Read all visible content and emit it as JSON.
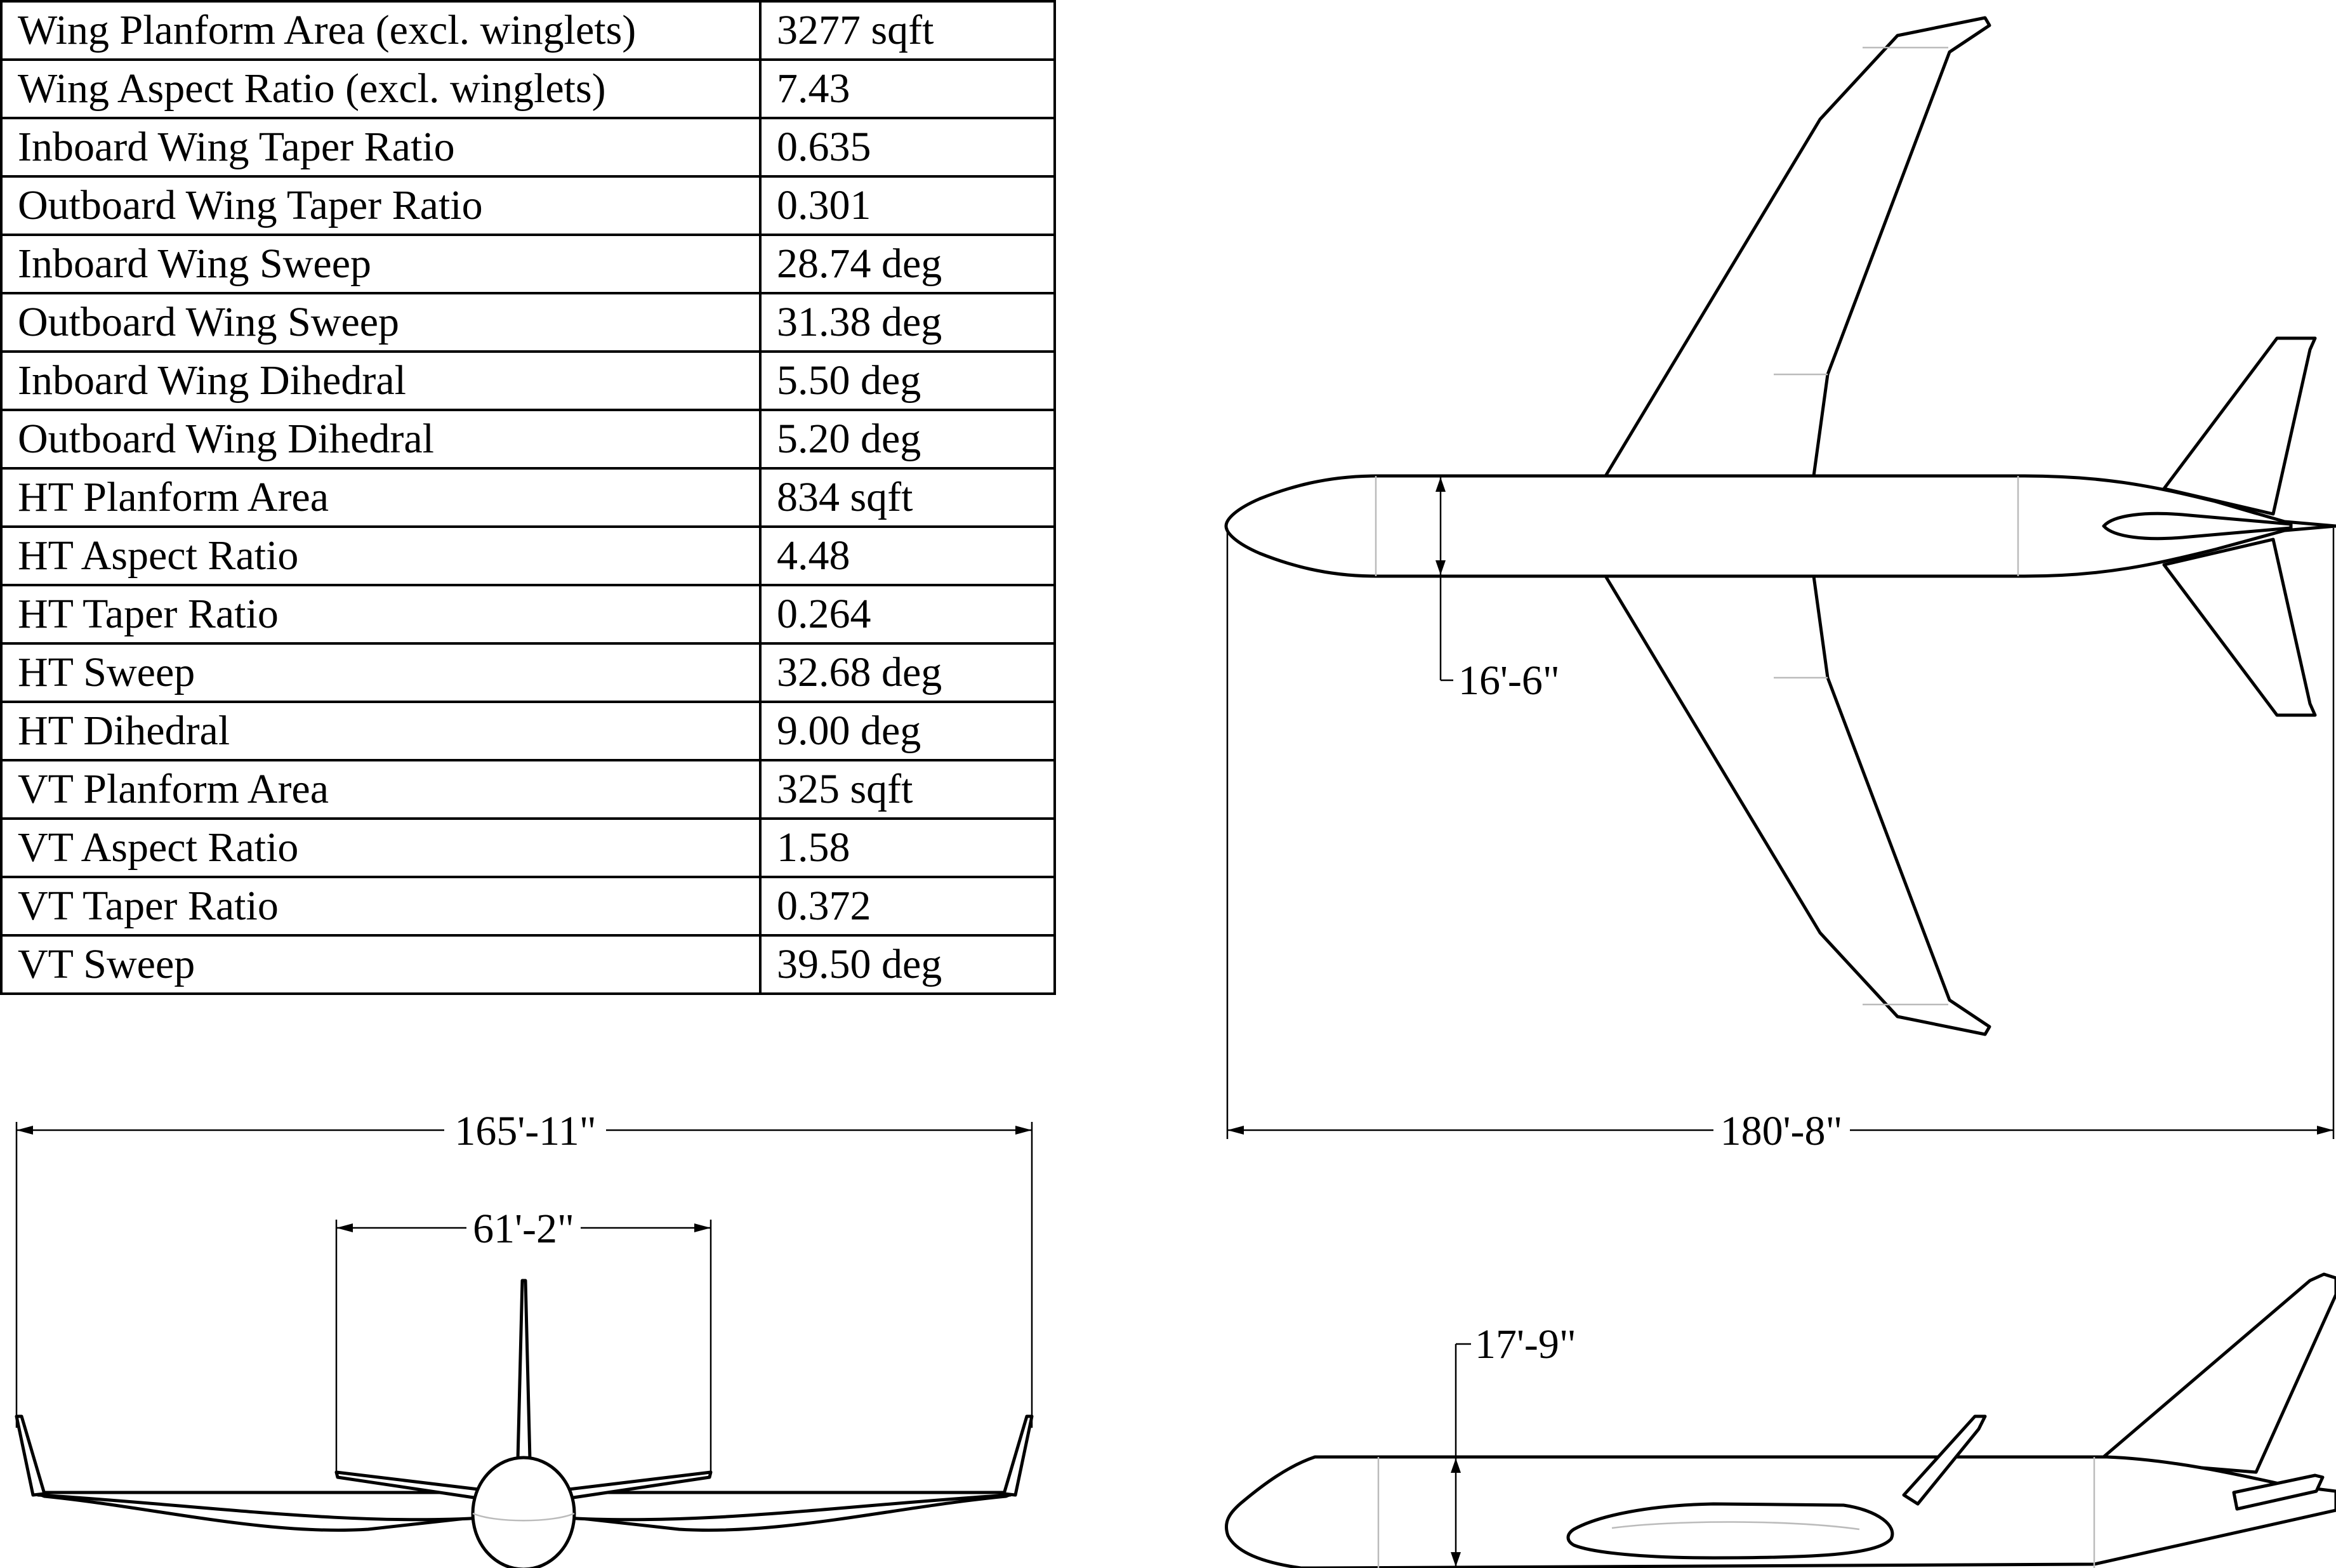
{
  "specs": {
    "rows": [
      {
        "label": "Wing Planform Area (excl. winglets)",
        "value": "3277 sqft"
      },
      {
        "label": "Wing Aspect Ratio (excl. winglets)",
        "value": "7.43"
      },
      {
        "label": "Inboard Wing Taper Ratio",
        "value": "0.635"
      },
      {
        "label": "Outboard Wing Taper Ratio",
        "value": "0.301"
      },
      {
        "label": "Inboard Wing Sweep",
        "value": "28.74 deg"
      },
      {
        "label": "Outboard Wing Sweep",
        "value": "31.38 deg"
      },
      {
        "label": "Inboard Wing Dihedral",
        "value": "5.50 deg"
      },
      {
        "label": "Outboard Wing Dihedral",
        "value": "5.20 deg"
      },
      {
        "label": "HT Planform Area",
        "value": "834 sqft"
      },
      {
        "label": "HT Aspect Ratio",
        "value": "4.48"
      },
      {
        "label": "HT Taper Ratio",
        "value": "0.264"
      },
      {
        "label": "HT Sweep",
        "value": "32.68 deg"
      },
      {
        "label": "HT Dihedral",
        "value": "9.00 deg"
      },
      {
        "label": "VT Planform Area",
        "value": "325 sqft"
      },
      {
        "label": "VT Aspect Ratio",
        "value": "1.58"
      },
      {
        "label": "VT Taper Ratio",
        "value": "0.372"
      },
      {
        "label": "VT Sweep",
        "value": "39.50 deg"
      }
    ]
  },
  "dimensions": {
    "wing_span": "165'-11\"",
    "ht_span": "61'-2\"",
    "fuselage_diameter": "16'-6\"",
    "overall_length": "180'-8\"",
    "fuselage_height": "17'-9\""
  }
}
